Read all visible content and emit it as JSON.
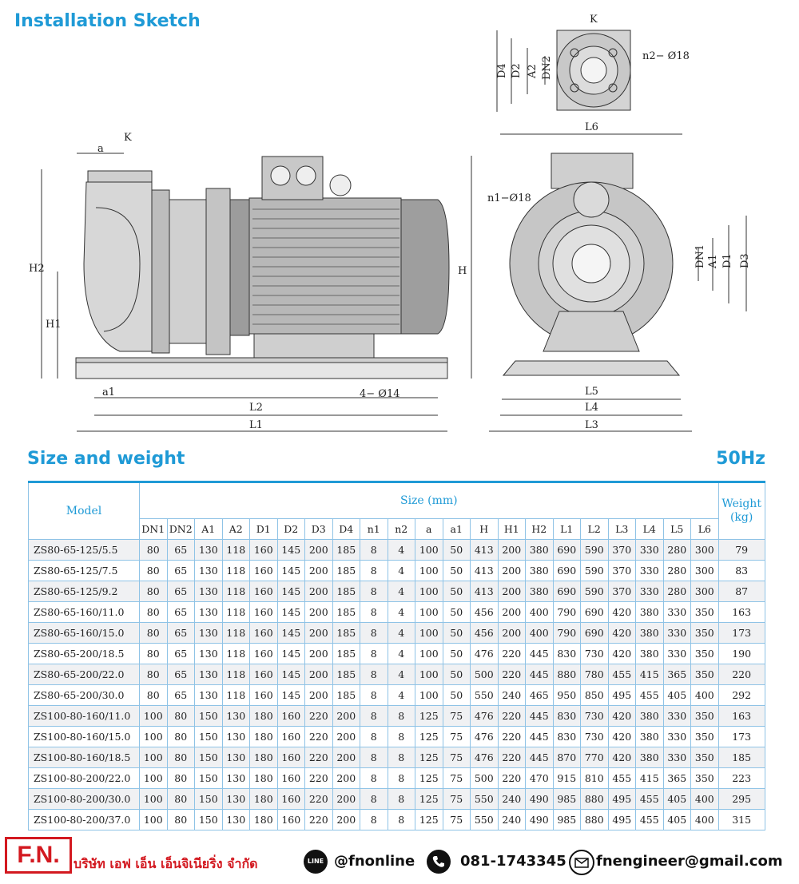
{
  "titles": {
    "installation": "Installation Sketch",
    "size_weight": "Size and weight",
    "frequency": "50Hz"
  },
  "sketch_labels": {
    "k_top": "K",
    "k_side": "K",
    "a": "a",
    "a1": "a1",
    "h": "H",
    "h1": "H1",
    "h2": "H2",
    "l1": "L1",
    "l2": "L2",
    "l3": "L3",
    "l4": "L4",
    "l5": "L5",
    "l6": "L6",
    "d1": "D1",
    "d2": "D2",
    "d3": "D3",
    "d4": "D4",
    "a1_upper": "A1",
    "a2": "A2",
    "dn1": "DN1",
    "dn2": "DN2",
    "n1_holes": "n1−Ø18",
    "n2_holes": "n2− Ø18",
    "base_holes": "4− Ø14"
  },
  "table": {
    "model_header": "Model",
    "size_header": "Size (mm)",
    "weight_header": "Weight",
    "weight_unit": "(kg)",
    "columns": [
      "DN1",
      "DN2",
      "A1",
      "A2",
      "D1",
      "D2",
      "D3",
      "D4",
      "n1",
      "n2",
      "a",
      "a1",
      "H",
      "H1",
      "H2",
      "L1",
      "L2",
      "L3",
      "L4",
      "L5",
      "L6"
    ],
    "rows": [
      {
        "model": "ZS80-65-125/5.5",
        "values": [
          "80",
          "65",
          "130",
          "118",
          "160",
          "145",
          "200",
          "185",
          "8",
          "4",
          "100",
          "50",
          "413",
          "200",
          "380",
          "690",
          "590",
          "370",
          "330",
          "280",
          "300"
        ],
        "weight": "79"
      },
      {
        "model": "ZS80-65-125/7.5",
        "values": [
          "80",
          "65",
          "130",
          "118",
          "160",
          "145",
          "200",
          "185",
          "8",
          "4",
          "100",
          "50",
          "413",
          "200",
          "380",
          "690",
          "590",
          "370",
          "330",
          "280",
          "300"
        ],
        "weight": "83"
      },
      {
        "model": "ZS80-65-125/9.2",
        "values": [
          "80",
          "65",
          "130",
          "118",
          "160",
          "145",
          "200",
          "185",
          "8",
          "4",
          "100",
          "50",
          "413",
          "200",
          "380",
          "690",
          "590",
          "370",
          "330",
          "280",
          "300"
        ],
        "weight": "87"
      },
      {
        "model": "ZS80-65-160/11.0",
        "values": [
          "80",
          "65",
          "130",
          "118",
          "160",
          "145",
          "200",
          "185",
          "8",
          "4",
          "100",
          "50",
          "456",
          "200",
          "400",
          "790",
          "690",
          "420",
          "380",
          "330",
          "350"
        ],
        "weight": "163"
      },
      {
        "model": "ZS80-65-160/15.0",
        "values": [
          "80",
          "65",
          "130",
          "118",
          "160",
          "145",
          "200",
          "185",
          "8",
          "4",
          "100",
          "50",
          "456",
          "200",
          "400",
          "790",
          "690",
          "420",
          "380",
          "330",
          "350"
        ],
        "weight": "173"
      },
      {
        "model": "ZS80-65-200/18.5",
        "values": [
          "80",
          "65",
          "130",
          "118",
          "160",
          "145",
          "200",
          "185",
          "8",
          "4",
          "100",
          "50",
          "476",
          "220",
          "445",
          "830",
          "730",
          "420",
          "380",
          "330",
          "350"
        ],
        "weight": "190"
      },
      {
        "model": "ZS80-65-200/22.0",
        "values": [
          "80",
          "65",
          "130",
          "118",
          "160",
          "145",
          "200",
          "185",
          "8",
          "4",
          "100",
          "50",
          "500",
          "220",
          "445",
          "880",
          "780",
          "455",
          "415",
          "365",
          "350"
        ],
        "weight": "220"
      },
      {
        "model": "ZS80-65-200/30.0",
        "values": [
          "80",
          "65",
          "130",
          "118",
          "160",
          "145",
          "200",
          "185",
          "8",
          "4",
          "100",
          "50",
          "550",
          "240",
          "465",
          "950",
          "850",
          "495",
          "455",
          "405",
          "400"
        ],
        "weight": "292"
      },
      {
        "model": "ZS100-80-160/11.0",
        "values": [
          "100",
          "80",
          "150",
          "130",
          "180",
          "160",
          "220",
          "200",
          "8",
          "8",
          "125",
          "75",
          "476",
          "220",
          "445",
          "830",
          "730",
          "420",
          "380",
          "330",
          "350"
        ],
        "weight": "163"
      },
      {
        "model": "ZS100-80-160/15.0",
        "values": [
          "100",
          "80",
          "150",
          "130",
          "180",
          "160",
          "220",
          "200",
          "8",
          "8",
          "125",
          "75",
          "476",
          "220",
          "445",
          "830",
          "730",
          "420",
          "380",
          "330",
          "350"
        ],
        "weight": "173"
      },
      {
        "model": "ZS100-80-160/18.5",
        "values": [
          "100",
          "80",
          "150",
          "130",
          "180",
          "160",
          "220",
          "200",
          "8",
          "8",
          "125",
          "75",
          "476",
          "220",
          "445",
          "870",
          "770",
          "420",
          "380",
          "330",
          "350"
        ],
        "weight": "185"
      },
      {
        "model": "ZS100-80-200/22.0",
        "values": [
          "100",
          "80",
          "150",
          "130",
          "180",
          "160",
          "220",
          "200",
          "8",
          "8",
          "125",
          "75",
          "500",
          "220",
          "470",
          "915",
          "810",
          "455",
          "415",
          "365",
          "350"
        ],
        "weight": "223"
      },
      {
        "model": "ZS100-80-200/30.0",
        "values": [
          "100",
          "80",
          "150",
          "130",
          "180",
          "160",
          "220",
          "200",
          "8",
          "8",
          "125",
          "75",
          "550",
          "240",
          "490",
          "985",
          "880",
          "495",
          "455",
          "405",
          "400"
        ],
        "weight": "295"
      },
      {
        "model": "ZS100-80-200/37.0",
        "values": [
          "100",
          "80",
          "150",
          "130",
          "180",
          "160",
          "220",
          "200",
          "8",
          "8",
          "125",
          "75",
          "550",
          "240",
          "490",
          "985",
          "880",
          "495",
          "455",
          "405",
          "400"
        ],
        "weight": "315"
      }
    ]
  },
  "footer": {
    "logo": "F.N.",
    "company": "บริษัท เอฟ เอ็น เอ็นจิเนียริ่ง จำกัด",
    "line_icon_text": "LINE",
    "line_id": "@fnonline",
    "phone": "081-1743345",
    "email": "fnengineer@gmail.com",
    "icons": {
      "line": "line-icon",
      "phone": "phone-icon",
      "email": "mail-icon"
    }
  },
  "colors": {
    "title_blue": "#1f9ad6",
    "logo_red": "#d31920"
  }
}
